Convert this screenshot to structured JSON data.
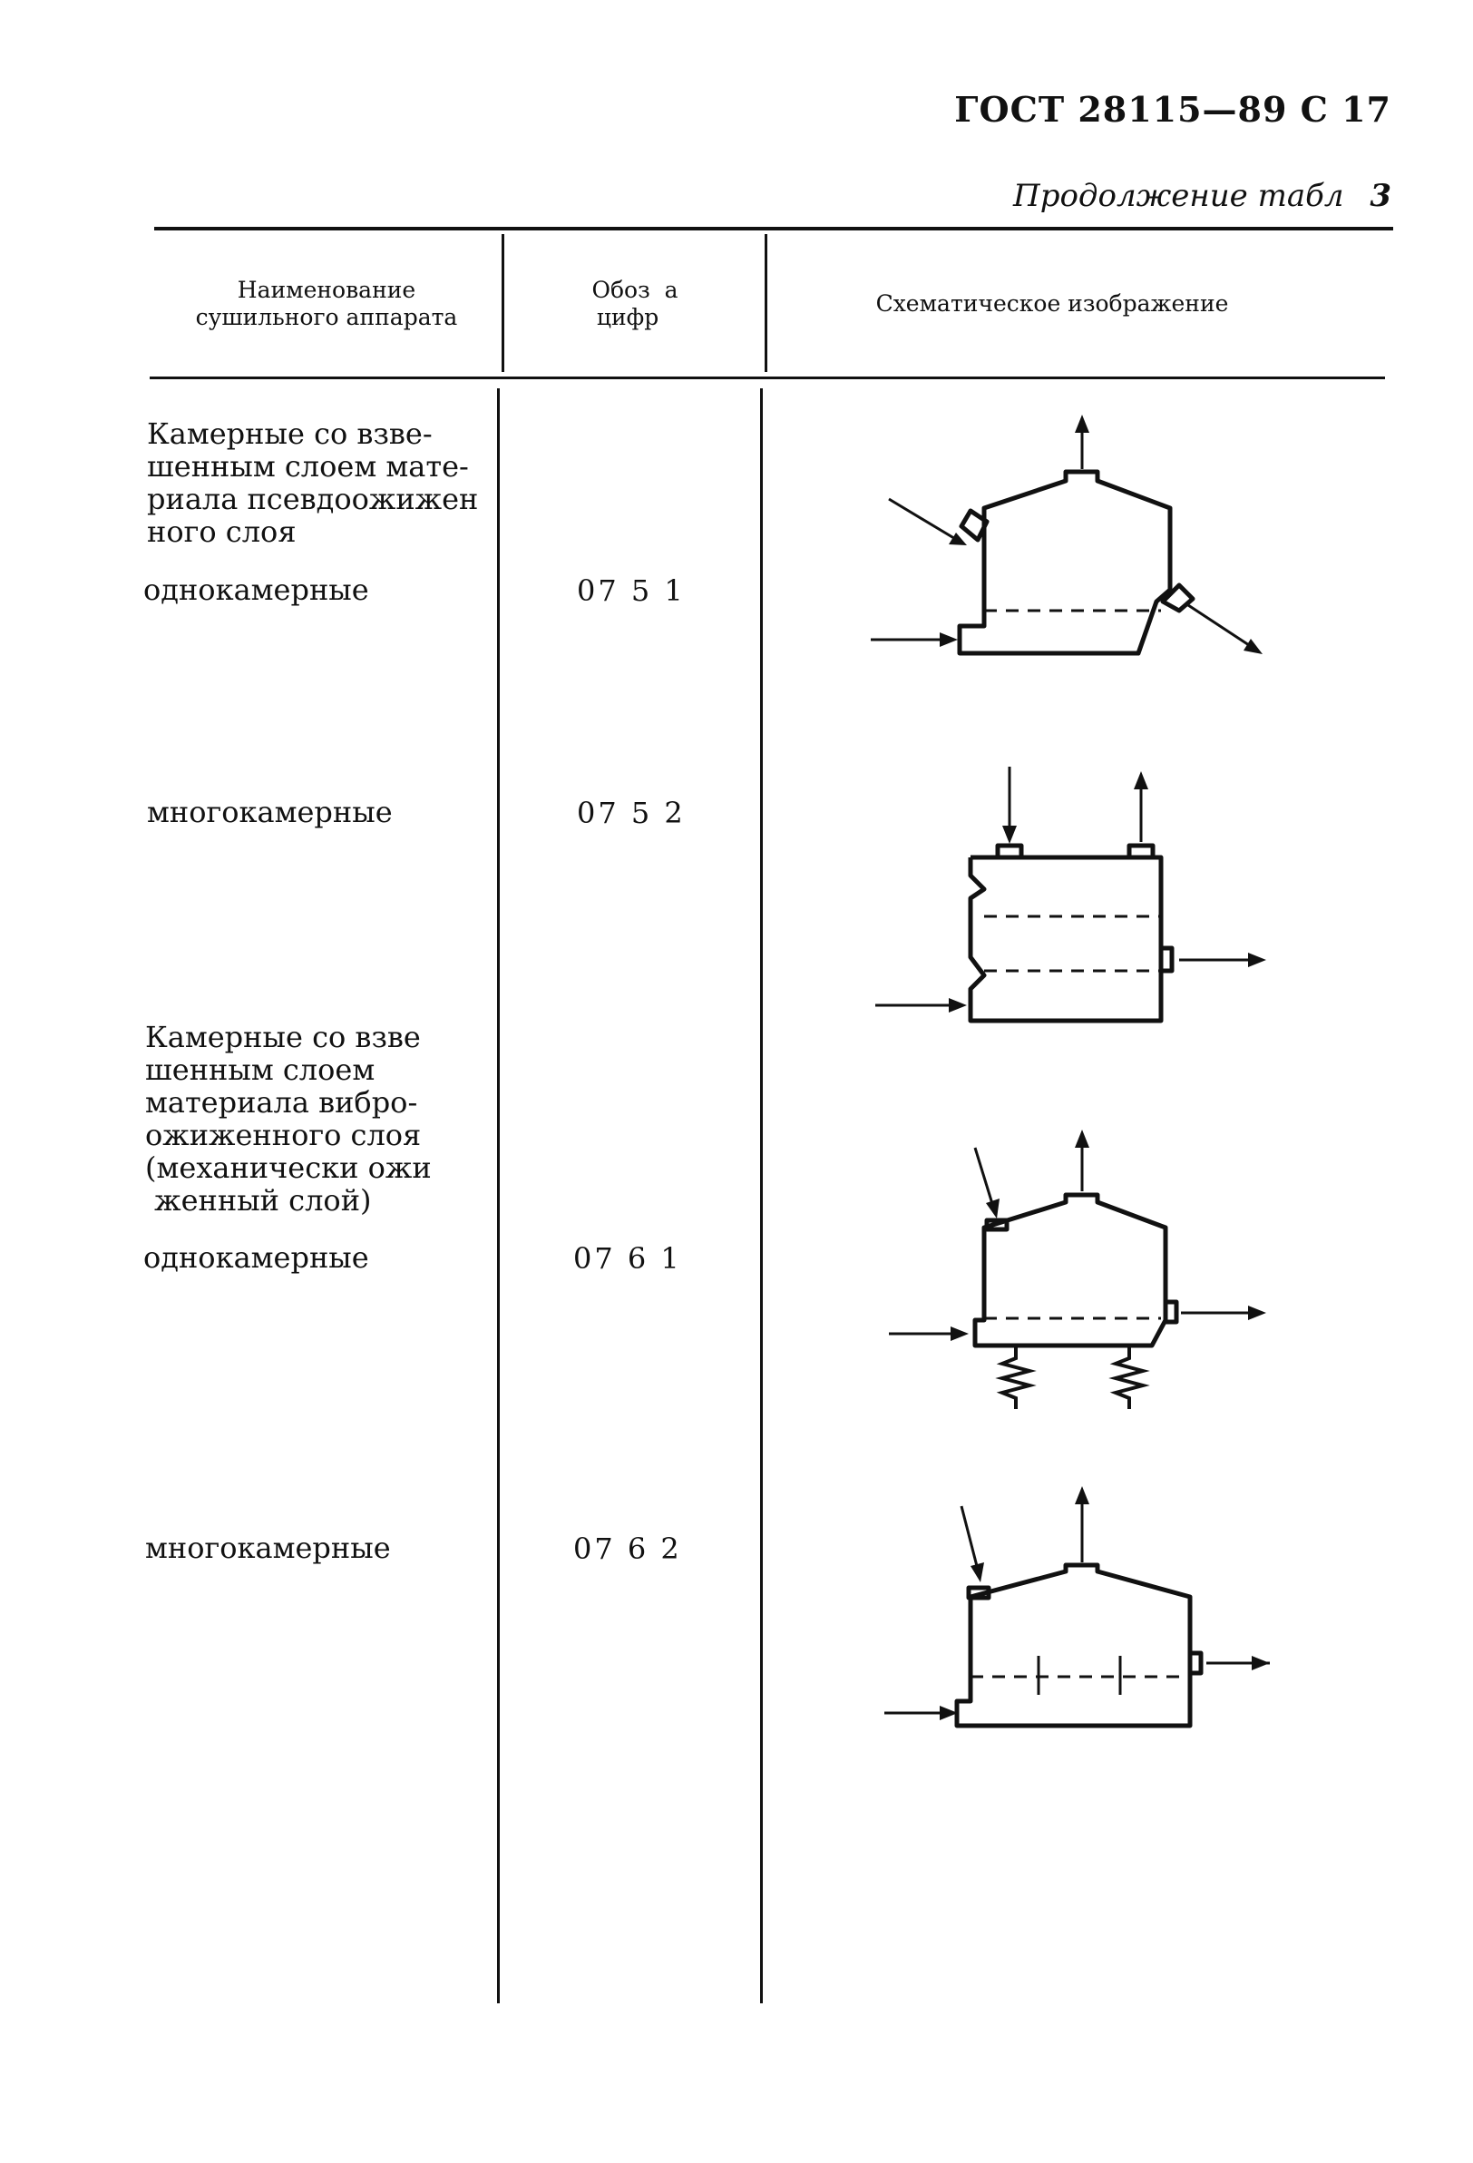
{
  "header": {
    "standard": "ГОСТ 28115—89 С 17",
    "continuation_prefix": "Продолжение табл",
    "continuation_number": "3"
  },
  "table": {
    "columns": [
      {
        "label_line1": "Наименование",
        "label_line2": "сушильного аппарата"
      },
      {
        "label_line1": "Обоз  а",
        "label_line2": "цифр  "
      },
      {
        "label_line1": "Схематическое изображение"
      }
    ],
    "rows": [
      {
        "group": [
          "Камерные со взве-",
          "шенным слоем мате-",
          "риала псевдоожижен",
          "ного слоя"
        ],
        "name": "однокамерные",
        "code": "07 5 1"
      },
      {
        "name": "многокамерные",
        "code": "07 5 2"
      },
      {
        "group": [
          "Камерные со взве",
          "шенным слоем",
          "материала вибро-",
          "ожиженного слоя",
          "(механически ожи",
          " женный слой)"
        ],
        "name": "однокамерные",
        "code": "07 6 1"
      },
      {
        "name": "многокамерные",
        "code": "07 6 2"
      }
    ],
    "diagrams": [
      {
        "icon": "fluidized-bed-single-chamber-dryer-icon"
      },
      {
        "icon": "fluidized-bed-multi-chamber-dryer-icon"
      },
      {
        "icon": "vibro-fluidized-single-chamber-dryer-icon"
      },
      {
        "icon": "mechanically-fluidized-multi-chamber-dryer-icon"
      }
    ]
  }
}
